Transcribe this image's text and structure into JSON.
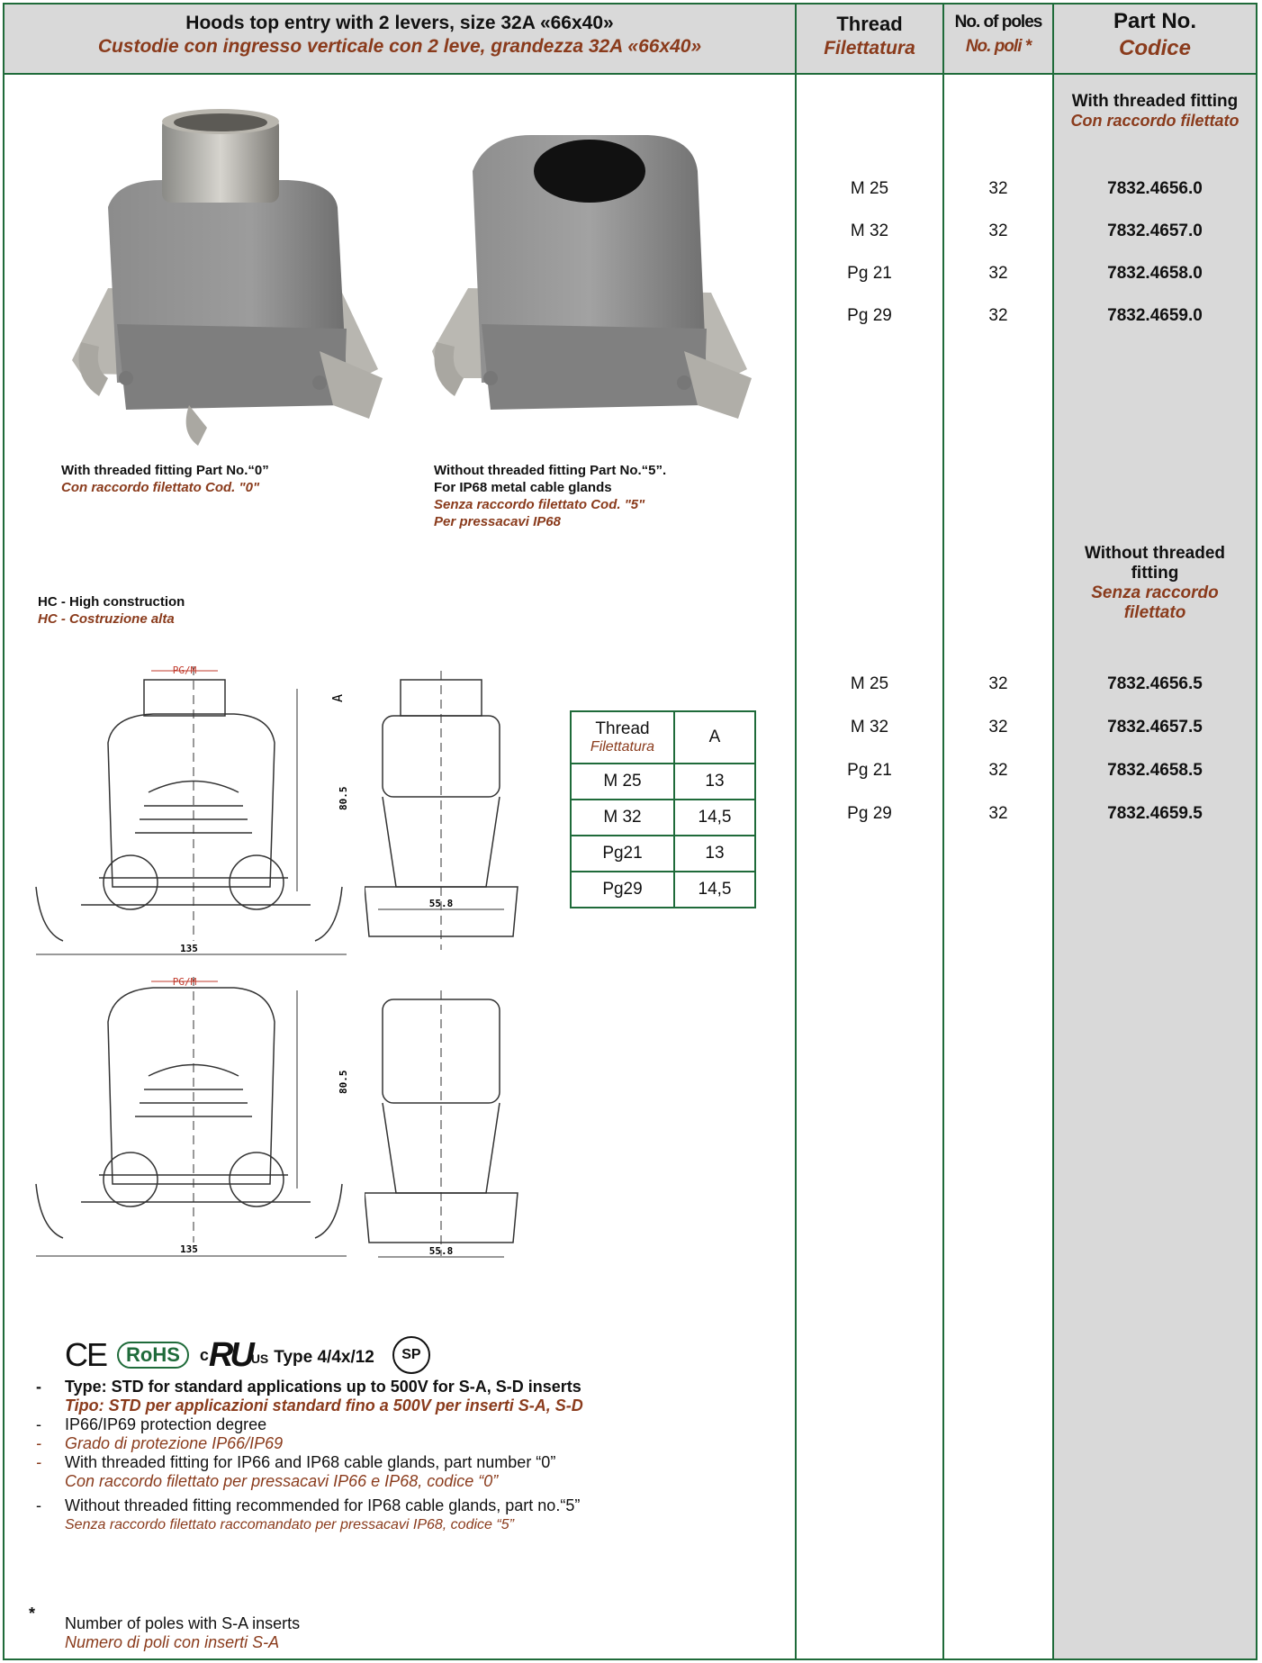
{
  "header": {
    "title_en": "Hoods top entry with 2 levers, size 32A «66x40»",
    "title_it": "Custodie con ingresso verticale con 2 leve, grandezza 32A «66x40»",
    "thread_en": "Thread",
    "thread_it": "Filettatura",
    "poles_en": "No. of poles",
    "poles_it": "No. poli *",
    "part_en": "Part No.",
    "part_it": "Codice"
  },
  "groups": [
    {
      "title_en": "With threaded fitting",
      "title_it": "Con raccordo filettato",
      "rows": [
        {
          "thread": "M 25",
          "poles": "32",
          "part": "7832.4656.0"
        },
        {
          "thread": "M 32",
          "poles": "32",
          "part": "7832.4657.0"
        },
        {
          "thread": "Pg 21",
          "poles": "32",
          "part": "7832.4658.0"
        },
        {
          "thread": "Pg 29",
          "poles": "32",
          "part": "7832.4659.0"
        }
      ]
    },
    {
      "title_en": "Without threaded fitting",
      "title_it": "Senza raccordo filettato",
      "rows": [
        {
          "thread": "M 25",
          "poles": "32",
          "part": "7832.4656.5"
        },
        {
          "thread": "M 32",
          "poles": "32",
          "part": "7832.4657.5"
        },
        {
          "thread": "Pg 21",
          "poles": "32",
          "part": "7832.4658.5"
        },
        {
          "thread": "Pg 29",
          "poles": "32",
          "part": "7832.4659.5"
        }
      ]
    }
  ],
  "captions": {
    "left_en": "With threaded fitting Part No.“0”",
    "left_it": "Con raccordo filettato Cod. \"0\"",
    "right_en1": "Without threaded fitting Part No.“5”.",
    "right_en2": "For IP68 metal cable glands",
    "right_it1": "Senza raccordo filettato Cod. \"5\"",
    "right_it2": "Per pressacavi IP68",
    "hc_en": "HC - High construction",
    "hc_it": "HC - Costruzione alta"
  },
  "drawing": {
    "pgm": "PG/M",
    "a": "A",
    "height": "80.5",
    "width": "135",
    "depth": "55.8"
  },
  "thread_table": {
    "header_thread_en": "Thread",
    "header_thread_it": "Filettatura",
    "header_a": "A",
    "rows": [
      {
        "thread": "M 25",
        "a": "13"
      },
      {
        "thread": "M 32",
        "a": "14,5"
      },
      {
        "thread": "Pg21",
        "a": "13"
      },
      {
        "thread": "Pg29",
        "a": "14,5"
      }
    ]
  },
  "certs": {
    "ce": "CE",
    "rohs": "RoHS",
    "c": "c",
    "us": "US",
    "type": "Type 4/4x/12",
    "sp": "SP"
  },
  "notes": {
    "n1_en": "Type:  STD for standard applications up to 500V for S-A, S-D inserts",
    "n1_it": "Tipo: STD per applicazioni standard fino a 500V per inserti S-A, S-D",
    "n2_en": "IP66/IP69 protection degree",
    "n2_it": "Grado di protezione IP66/IP69",
    "n3_en": "With threaded fitting for IP66 and IP68 cable glands, part number “0”",
    "n3_it": "Con raccordo filettato per pressacavi IP66 e IP68, codice “0”",
    "n4_en": "Without threaded fitting recommended for IP68 cable glands, part no.“5”",
    "n4_it": "Senza raccordo filettato raccomandato per pressacavi IP68, codice “5”",
    "star": "*",
    "n5_en": "Number of poles with S-A inserts",
    "n5_it": "Numero di poli con inserti S-A"
  }
}
